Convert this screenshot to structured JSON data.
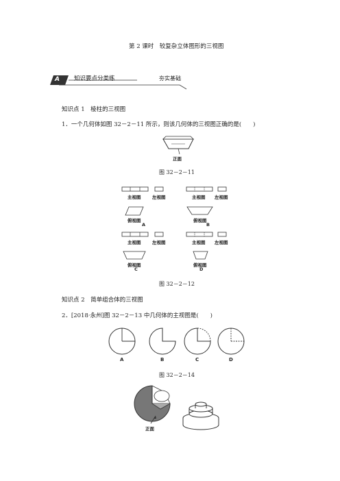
{
  "header": {
    "title": "第 2 课时　较复杂立体图形的三视图",
    "section_badge": "A",
    "section_left": "知识要点分类练",
    "section_right": "夯实基础"
  },
  "kp1": {
    "heading": "知识点 1　棱柱的三视图",
    "question": "1．一个几何体如图 32－2－11 所示，则该几何体的三视图正确的是(　　)",
    "front_label": "正面",
    "fig_caption": "图 32－2－11",
    "option_labels": {
      "main": "主视图",
      "left": "左视图",
      "top": "俯视图"
    },
    "options": [
      "A",
      "B",
      "C",
      "D"
    ],
    "fig_caption_2": "图 32－2－12"
  },
  "kp2": {
    "heading": "知识点 2　简单组合体的三视图",
    "question": "2．[2018·永州]图 32－2－13 中几何体的主视图是(　　)",
    "options": [
      "A",
      "B",
      "C",
      "D"
    ],
    "fig_caption": "图 32－2－14",
    "front_label": "正面"
  }
}
